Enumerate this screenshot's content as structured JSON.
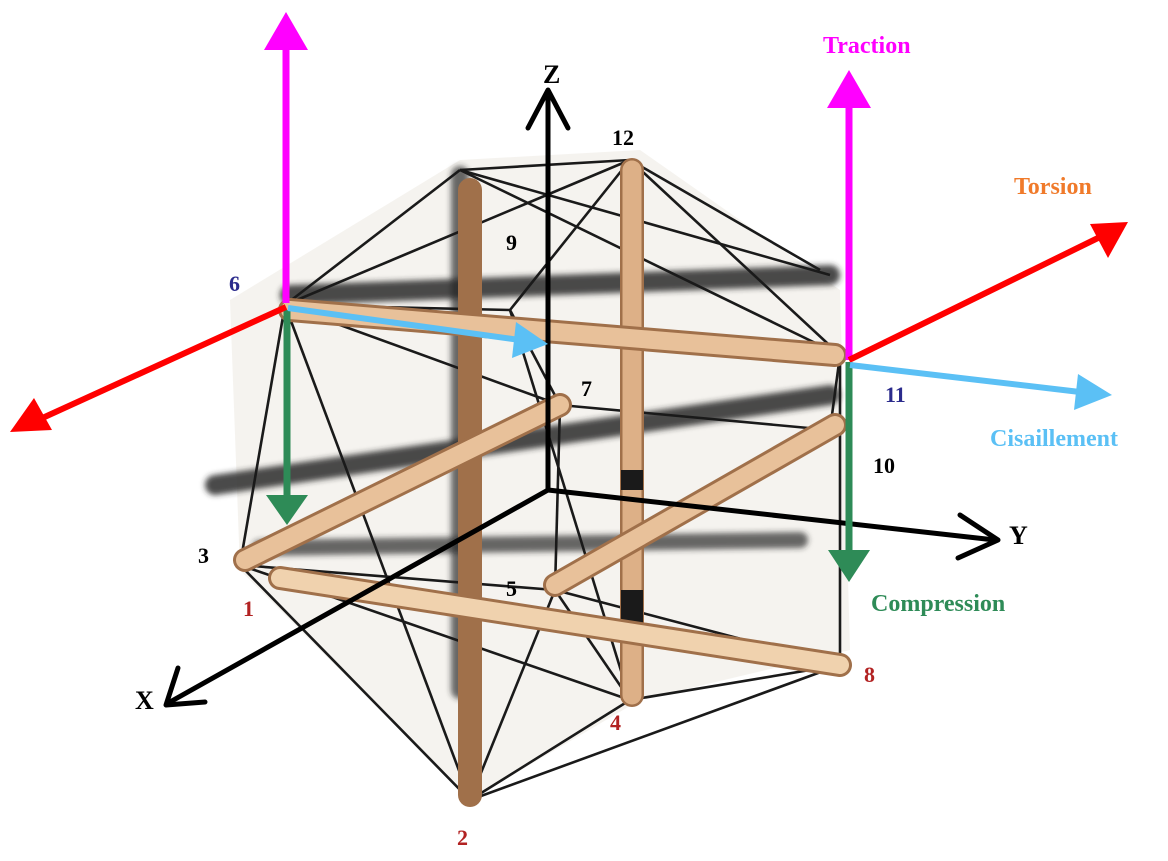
{
  "axes": {
    "x": "X",
    "y": "Y",
    "z": "Z"
  },
  "forces": {
    "traction": {
      "label": "Traction",
      "color": "#ff00ff"
    },
    "torsion": {
      "label": "Torsion",
      "color": "#ff0000",
      "label_color": "#f07a2a"
    },
    "shear": {
      "label": "Cisaillement",
      "color": "#5bc0f5"
    },
    "compression": {
      "label": "Compression",
      "color": "#2e8b57"
    }
  },
  "nodes": [
    {
      "id": "1",
      "color": "#b22222"
    },
    {
      "id": "2",
      "color": "#b22222"
    },
    {
      "id": "3",
      "color": "#000000"
    },
    {
      "id": "4",
      "color": "#b22222"
    },
    {
      "id": "5",
      "color": "#000000"
    },
    {
      "id": "6",
      "color": "#2b2b8c"
    },
    {
      "id": "7",
      "color": "#000000"
    },
    {
      "id": "8",
      "color": "#b22222"
    },
    {
      "id": "9",
      "color": "#000000"
    },
    {
      "id": "10",
      "color": "#000000"
    },
    {
      "id": "11",
      "color": "#2b2b8c"
    },
    {
      "id": "12",
      "color": "#000000"
    }
  ],
  "colors": {
    "strut": "#d9a878",
    "strut_dark": "#a0704a",
    "cable": "#1a1a1a",
    "axis": "#000000"
  }
}
